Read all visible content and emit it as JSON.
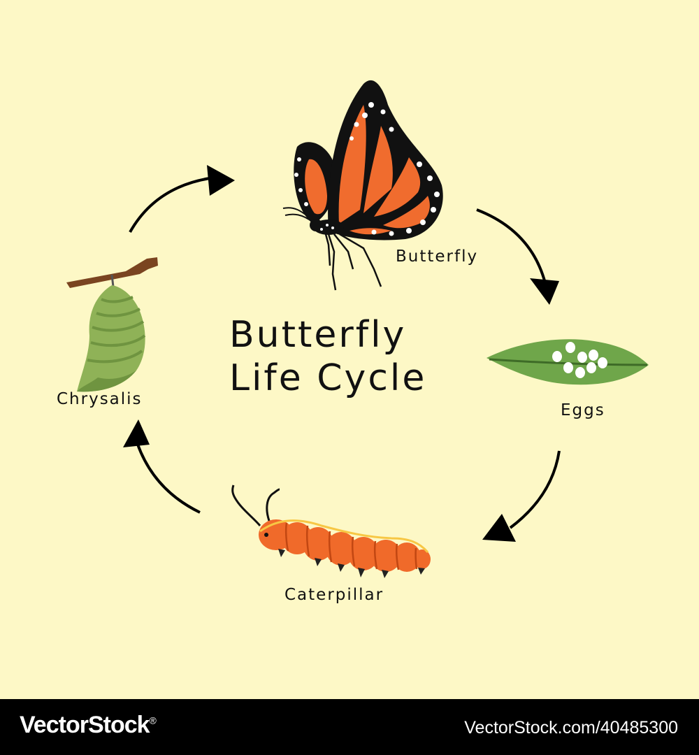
{
  "diagram": {
    "title_line1": "Butterfly",
    "title_line2": "Life Cycle",
    "stages": {
      "butterfly": "Butterfly",
      "eggs": "Eggs",
      "caterpillar": "Caterpillar",
      "chrysalis": "Chrysalis"
    },
    "colors": {
      "background": "#fdf8c6",
      "wing_orange": "#f06c2e",
      "wing_black": "#111111",
      "leaf_green": "#6fa64a",
      "chrysalis_green": "#8fb257",
      "caterpillar_orange": "#f06a2a",
      "branch_brown": "#7a4420"
    }
  },
  "footer": {
    "brand": "VectorStock",
    "brand_mark": "®",
    "credit": "VectorStock.com/40485300"
  }
}
